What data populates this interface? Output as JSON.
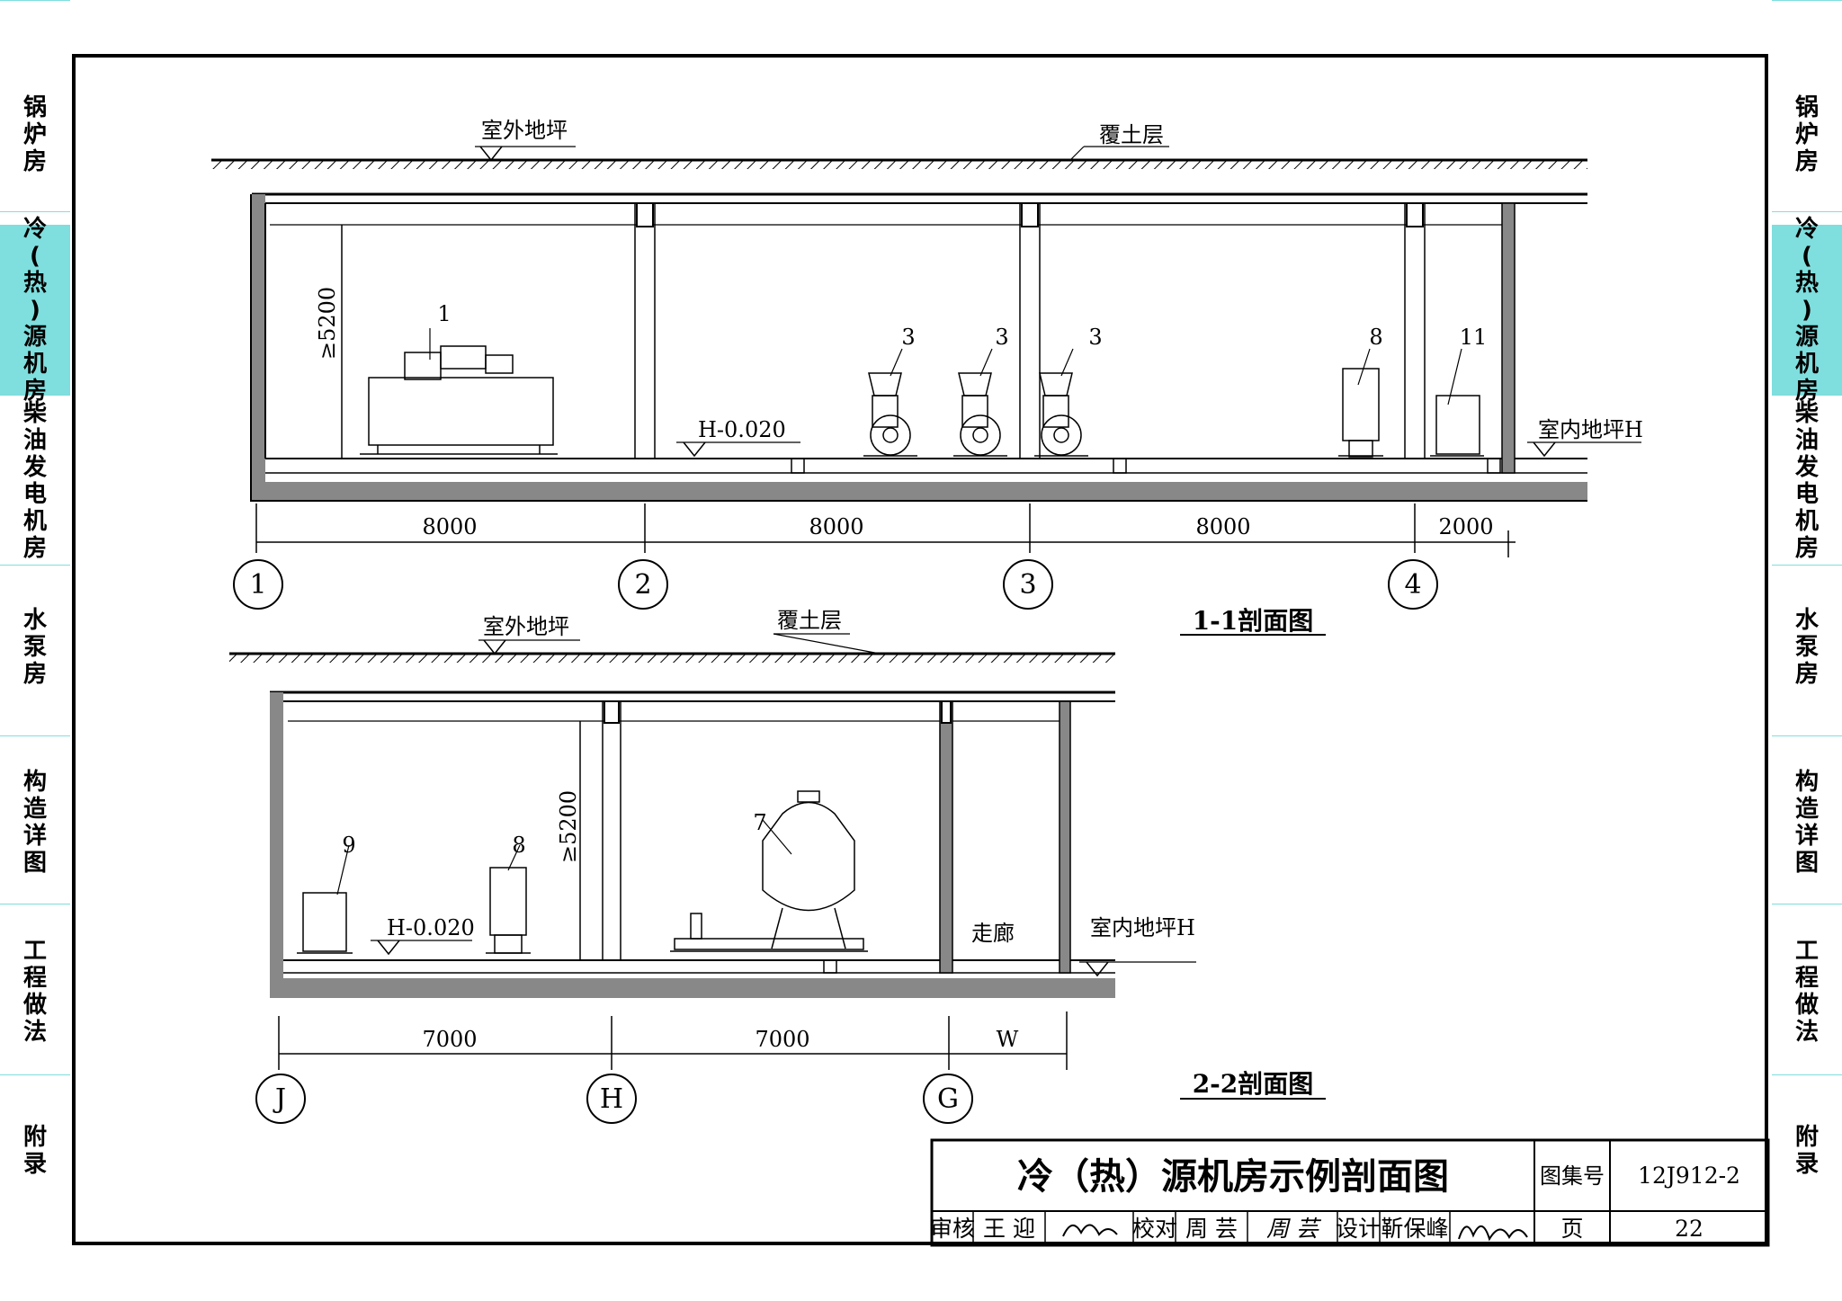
{
  "sidebar": {
    "accent_color": "#7fdede",
    "items": [
      {
        "label": "锅炉房",
        "chars": [
          "锅",
          "炉",
          "房"
        ],
        "active": false
      },
      {
        "label": "冷(热)源机房",
        "chars": [
          "冷",
          "(",
          "热",
          ")",
          "源",
          "机",
          "房"
        ],
        "active": true
      },
      {
        "label": "柴油发电机房",
        "chars": [
          "柴",
          "油",
          "发",
          "电",
          "机",
          "房"
        ],
        "active": false
      },
      {
        "label": "水泵房",
        "chars": [
          "水",
          "泵",
          "房"
        ],
        "active": false
      },
      {
        "label": "构造详图",
        "chars": [
          "构",
          "造",
          "详",
          "图"
        ],
        "active": false
      },
      {
        "label": "工程做法",
        "chars": [
          "工",
          "程",
          "做",
          "法"
        ],
        "active": false
      },
      {
        "label": "附录",
        "chars": [
          "附",
          "录"
        ],
        "active": false
      }
    ]
  },
  "section_1": {
    "title": "1-1剖面图",
    "outdoor_ground": "室外地坪",
    "soil_layer": "覆土层",
    "indoor_ground": "室内地坪H",
    "floor_level": "H-0.020",
    "height_dim": "≥5200",
    "spans": [
      "8000",
      "8000",
      "8000",
      "2000"
    ],
    "axes": [
      "1",
      "2",
      "3",
      "4"
    ],
    "tags": [
      "1",
      "3",
      "3",
      "3",
      "8",
      "11"
    ]
  },
  "section_2": {
    "title": "2-2剖面图",
    "outdoor_ground": "室外地坪",
    "soil_layer": "覆土层",
    "indoor_ground": "室内地坪H",
    "floor_level": "H-0.020",
    "height_dim": "≥5200",
    "corridor": "走廊",
    "spans": [
      "7000",
      "7000",
      "W"
    ],
    "axes": [
      "J",
      "H",
      "G"
    ],
    "tags": [
      "9",
      "8",
      "7"
    ]
  },
  "title_block": {
    "title": "冷（热）源机房示例剖面图",
    "atlas_label": "图集号",
    "atlas_no": "12J912-2",
    "review_label": "审核",
    "reviewer": "王 迎",
    "check_label": "校对",
    "checker": "周 芸",
    "design_label": "设计",
    "designer": "靳保峰",
    "page_label": "页",
    "page_no": "22"
  }
}
